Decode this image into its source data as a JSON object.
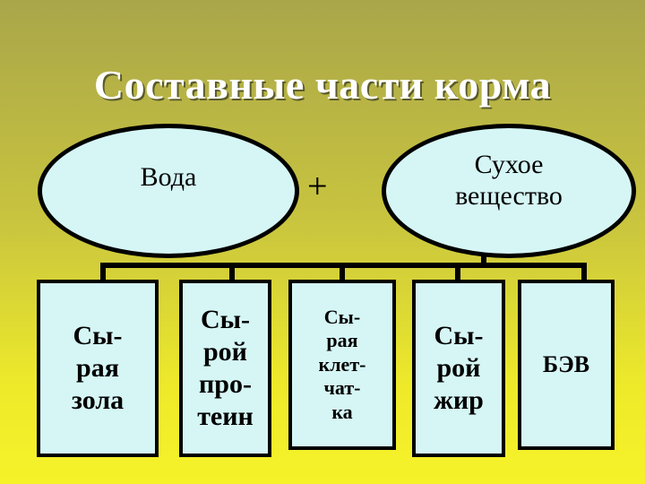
{
  "title": "Составные части корма",
  "water_label": "Вода",
  "plus_sign": "+",
  "dry_matter_label": "Сухое\nвещество",
  "components": [
    {
      "label": "Сы-\nрая\nзола"
    },
    {
      "label": "Сы-\nрой\nпро-\nтеин"
    },
    {
      "label": "Сы-\nрая\nклет-\nчат-\nка"
    },
    {
      "label": "Сы-\nрой\nжир"
    },
    {
      "label": "БЭВ"
    }
  ],
  "colors": {
    "background_top": "#a9a64a",
    "background_bottom": "#f6f229",
    "shape_fill": "#d6f6f6",
    "title_text": "#ffffff"
  }
}
